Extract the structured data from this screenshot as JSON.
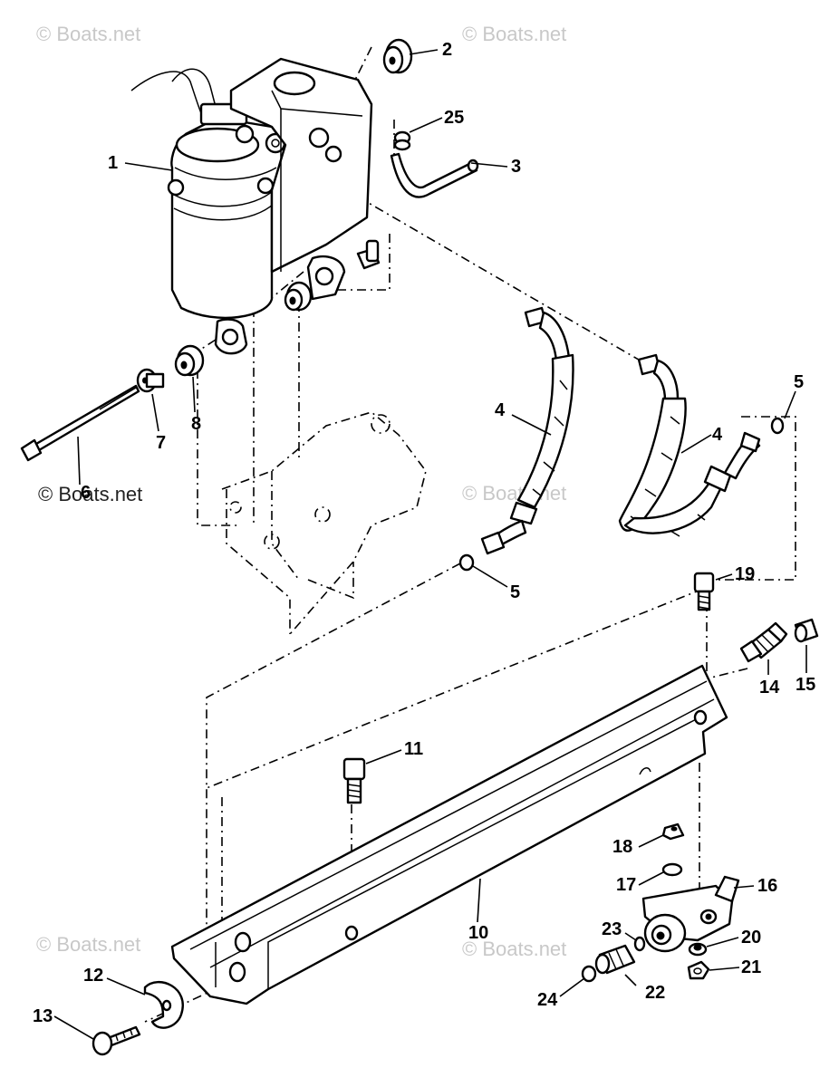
{
  "watermarks": [
    {
      "text": "© Boats.net"
    },
    {
      "text": "© Boats.net"
    },
    {
      "text": "© Boats.net"
    },
    {
      "text": "© Boats.net"
    },
    {
      "text": "© Boats.net"
    },
    {
      "text": "© Boats.net"
    }
  ],
  "callouts": [
    {
      "label": "1"
    },
    {
      "label": "2"
    },
    {
      "label": "25"
    },
    {
      "label": "3"
    },
    {
      "label": "4"
    },
    {
      "label": "4"
    },
    {
      "label": "5"
    },
    {
      "label": "5"
    },
    {
      "label": "6"
    },
    {
      "label": "7"
    },
    {
      "label": "8"
    },
    {
      "label": "19"
    },
    {
      "label": "14"
    },
    {
      "label": "15"
    },
    {
      "label": "11"
    },
    {
      "label": "10"
    },
    {
      "label": "18"
    },
    {
      "label": "17"
    },
    {
      "label": "16"
    },
    {
      "label": "20"
    },
    {
      "label": "21"
    },
    {
      "label": "22"
    },
    {
      "label": "23"
    },
    {
      "label": "24"
    },
    {
      "label": "12"
    },
    {
      "label": "13"
    }
  ]
}
